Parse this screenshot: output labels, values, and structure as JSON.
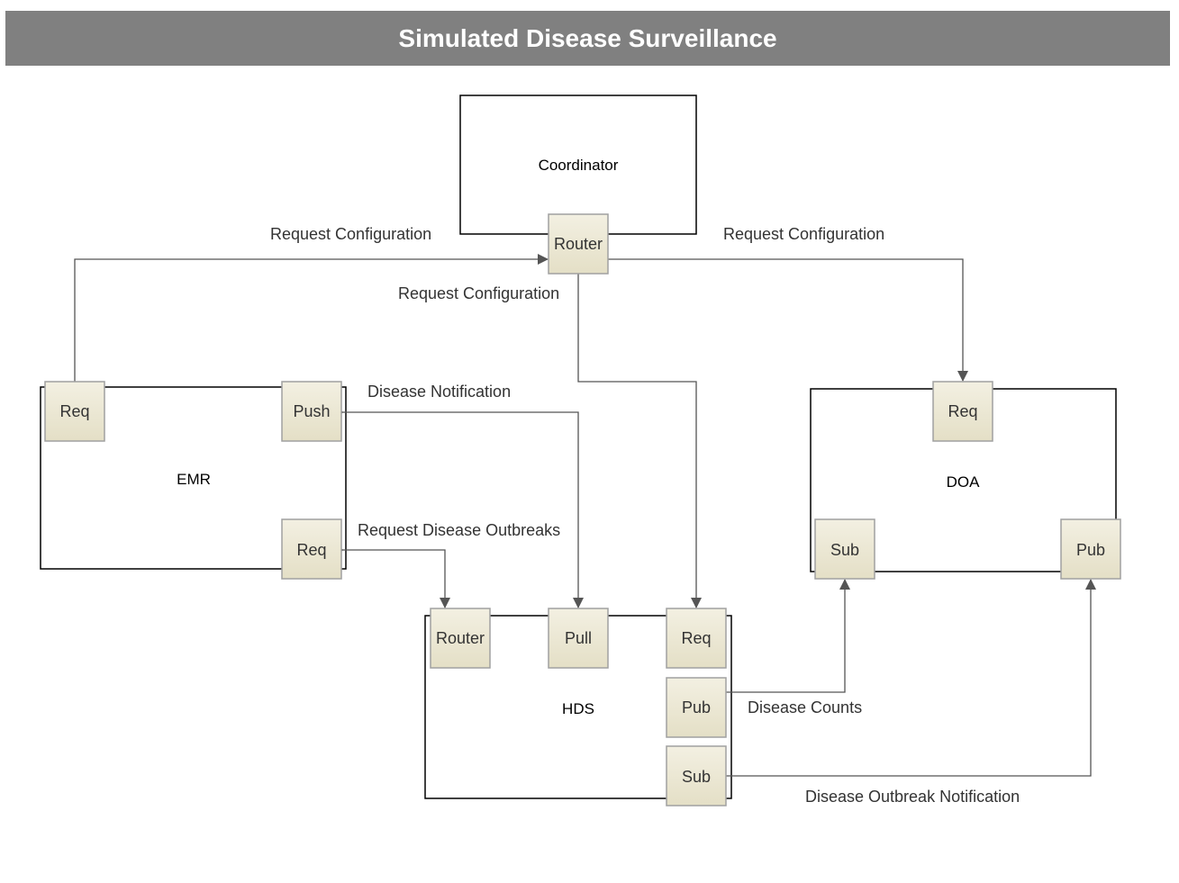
{
  "title": "Simulated Disease Surveillance",
  "nodes": {
    "coordinator": "Coordinator",
    "emr": "EMR",
    "hds": "HDS",
    "doa": "DOA"
  },
  "ports": {
    "coordinator_router": "Router",
    "emr_req_top": "Req",
    "emr_push": "Push",
    "emr_req_bottom": "Req",
    "doa_req": "Req",
    "doa_sub": "Sub",
    "doa_pub": "Pub",
    "hds_router": "Router",
    "hds_pull": "Pull",
    "hds_req": "Req",
    "hds_pub": "Pub",
    "hds_sub": "Sub"
  },
  "edges": {
    "req_config_left": "Request Configuration",
    "req_config_right": "Request Configuration",
    "req_config_center": "Request Configuration",
    "disease_notification": "Disease Notification",
    "request_disease_outbreaks": "Request Disease Outbreaks",
    "disease_counts": "Disease Counts",
    "disease_outbreak_notification": "Disease Outbreak Notification"
  },
  "colors": {
    "title_bg": "#808080",
    "port_fill": "#ece8d5",
    "port_stroke": "#a0a0a0",
    "line": "#555555"
  }
}
